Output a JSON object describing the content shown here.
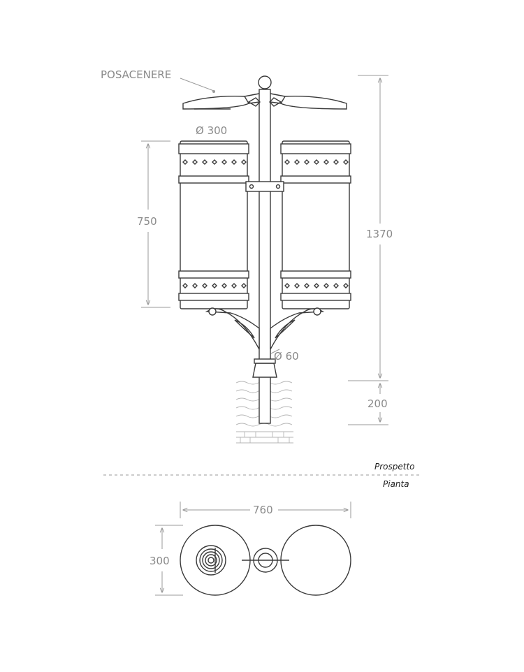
{
  "labels": {
    "ashtray": "POSACENERE",
    "bin_diameter": "Ø 300",
    "bin_height": "750",
    "total_height": "1370",
    "pole_diameter": "Ø 60",
    "ground_depth": "200",
    "elevation_view": "Prospetto",
    "plan_view": "Pianta",
    "plan_width": "760",
    "plan_depth": "300"
  },
  "colors": {
    "ink": "#3a3a3a",
    "dimension": "#9a9a9a",
    "label": "#8a8a8a"
  }
}
